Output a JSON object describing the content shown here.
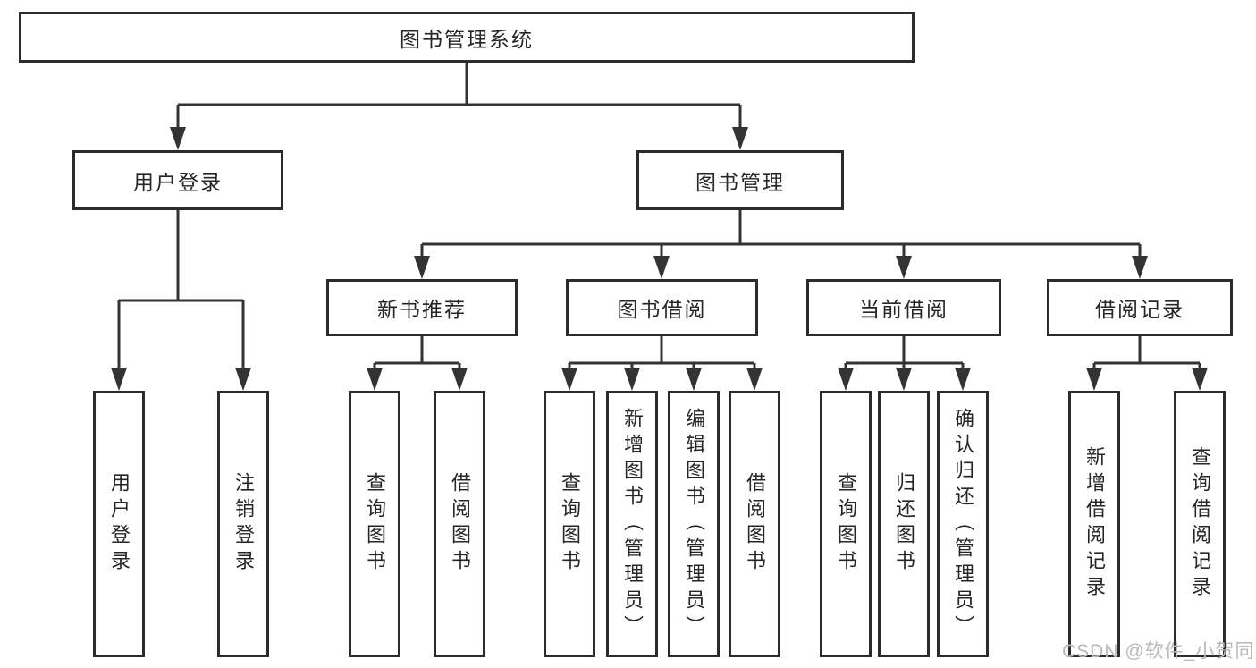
{
  "tree": {
    "root": {
      "label": "图书管理系统",
      "children": [
        {
          "label": "用户登录",
          "children": [
            {
              "label": "用户登录"
            },
            {
              "label": "注销登录"
            }
          ]
        },
        {
          "label": "图书管理",
          "children": [
            {
              "label": "新书推荐",
              "children": [
                {
                  "label": "查询图书"
                },
                {
                  "label": "借阅图书"
                }
              ]
            },
            {
              "label": "图书借阅",
              "children": [
                {
                  "label": "查询图书"
                },
                {
                  "label": "新增图书（管理员）"
                },
                {
                  "label": "编辑图书（管理员）"
                },
                {
                  "label": "借阅图书"
                }
              ]
            },
            {
              "label": "当前借阅",
              "children": [
                {
                  "label": "查询图书"
                },
                {
                  "label": "归还图书"
                },
                {
                  "label": "确认归还（管理员）"
                }
              ]
            },
            {
              "label": "借阅记录",
              "children": [
                {
                  "label": "新增借阅记录"
                },
                {
                  "label": "查询借阅记录"
                }
              ]
            }
          ]
        }
      ]
    }
  },
  "watermark": {
    "text": "CSDN @软件_小贺同学"
  },
  "colors": {
    "line": "#333333",
    "box_border": "#2b2b2b",
    "text": "#262626",
    "watermark": "#b9b9b9",
    "background": "#ffffff"
  }
}
